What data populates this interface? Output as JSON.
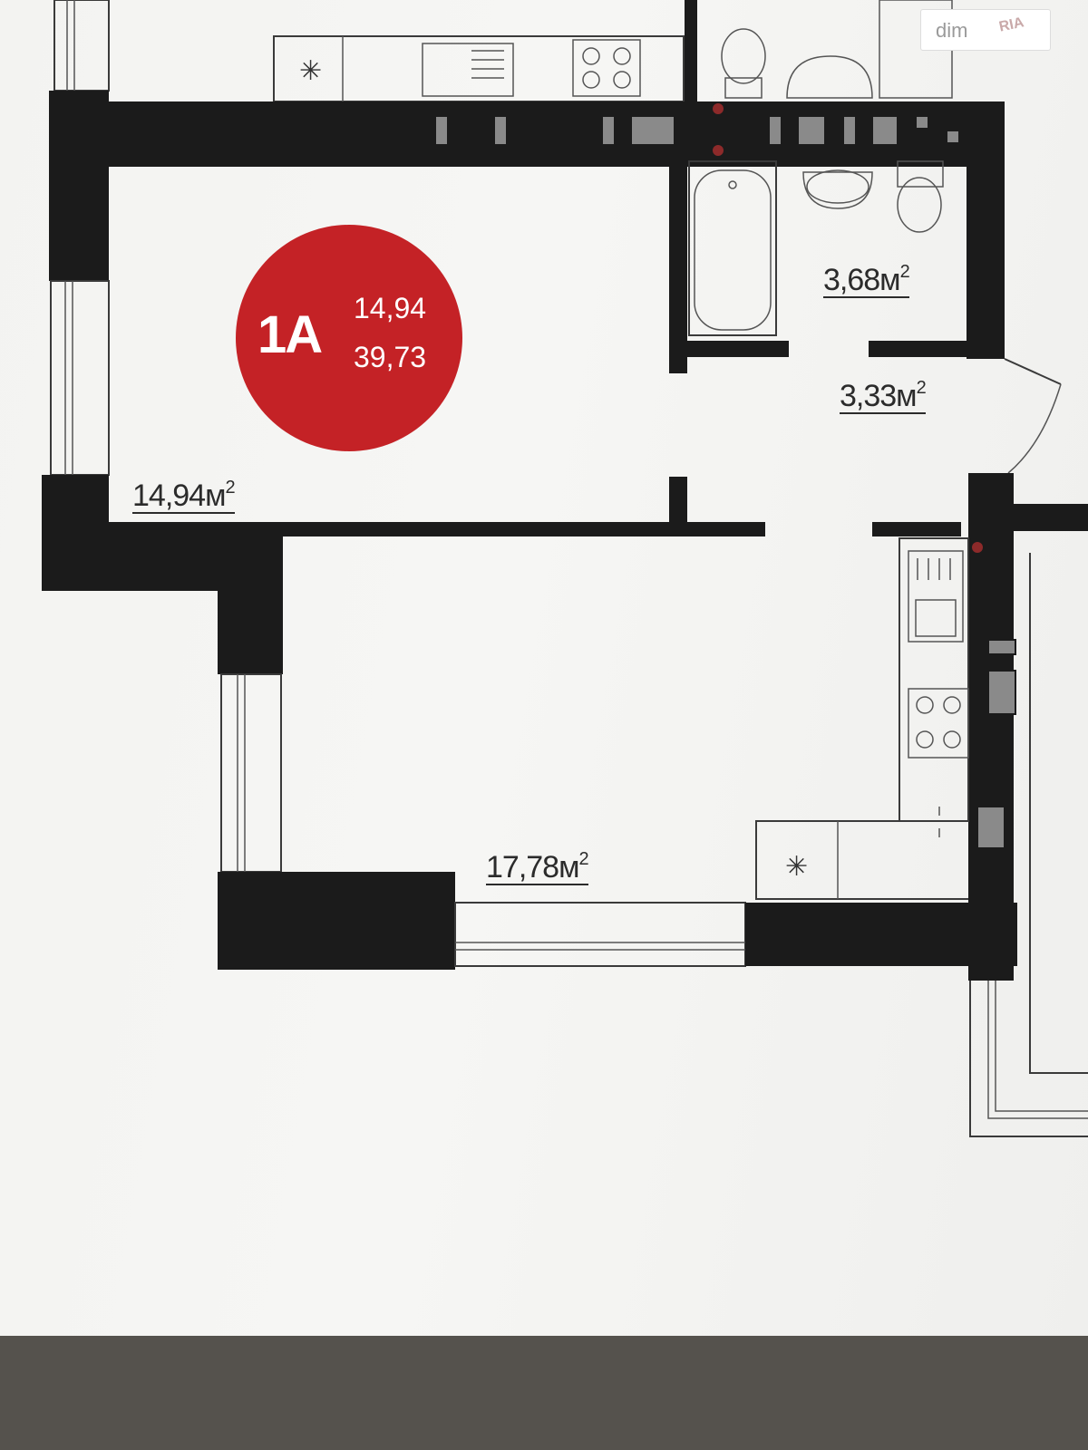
{
  "apartment": {
    "code": "1A",
    "living_area": "14,94",
    "total_area": "39,73",
    "badge_color": "#c42226"
  },
  "rooms": {
    "bedroom": {
      "value": "14,94м",
      "sup": "2"
    },
    "bathroom": {
      "value": "3,68м",
      "sup": "2"
    },
    "hallway": {
      "value": "3,33м",
      "sup": "2"
    },
    "kitchen_living": {
      "value": "17,78м",
      "sup": "2"
    }
  },
  "watermark": {
    "dim": "dim",
    "ria": "RIA"
  }
}
